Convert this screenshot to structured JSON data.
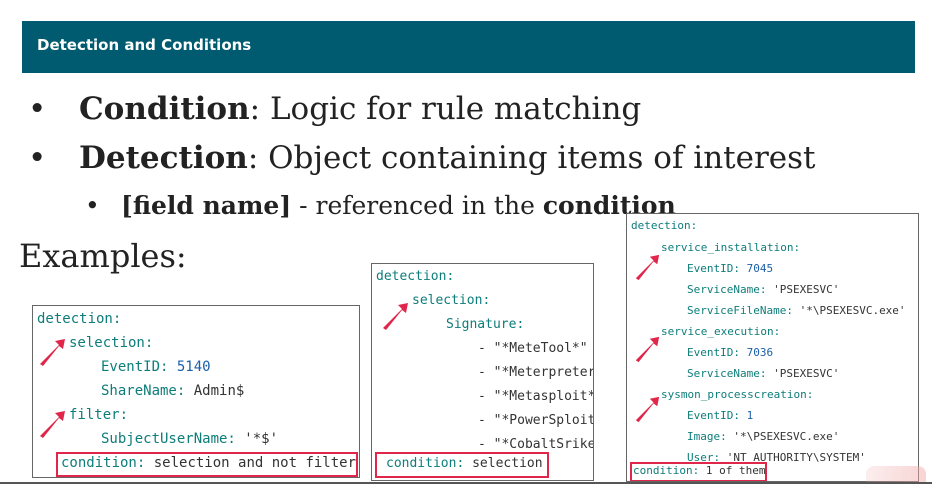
{
  "header": {
    "title": "Detection and Conditions"
  },
  "bullets": [
    {
      "term": "Condition",
      "text": ": Logic for rule matching"
    },
    {
      "term": "Detection",
      "text": ": Object containing items of interest"
    },
    {
      "term": "[field name]",
      "text": " - referenced in the ",
      "term2": "condition"
    }
  ],
  "examples_label": "Examples:",
  "colors": {
    "header_bg": "#005a70",
    "highlight": "#e0264a",
    "key": "#0d7d7a",
    "number": "#1b5fa8"
  },
  "box1": {
    "detection": "detection:",
    "selection": "selection:",
    "event_key": "EventID:",
    "event_val": "5140",
    "share_key": "ShareName:",
    "share_val": "Admin$",
    "filter": "filter:",
    "subject_key": "SubjectUserName:",
    "subject_val": "'*$'",
    "condition_key": "condition:",
    "condition_val": "selection and not filter"
  },
  "box2": {
    "detection": "detection:",
    "selection": "selection:",
    "signature": "Signature:",
    "items": [
      "- \"*MeteTool*\"",
      "- \"*Meterpreter*\"",
      "- \"*Metasploit*\"",
      "- \"*PowerSploit*\"",
      "- \"*CobaltSrike*\""
    ],
    "condition_key": "condition:",
    "condition_val": "selection"
  },
  "box3": {
    "detection": "detection:",
    "service_installation": "service_installation:",
    "event_key1": "EventID:",
    "event_val1": "7045",
    "svc_name_key1": "ServiceName:",
    "svc_name_val1": "'PSEXESVC'",
    "svc_file_key": "ServiceFileName:",
    "svc_file_val": "'*\\PSEXESVC.exe'",
    "service_execution": "service_execution:",
    "event_key2": "EventID:",
    "event_val2": "7036",
    "svc_name_key2": "ServiceName:",
    "svc_name_val2": "'PSEXESVC'",
    "sysmon": "sysmon_processcreation:",
    "event_key3": "EventID:",
    "event_val3": "1",
    "image_key": "Image:",
    "image_val": "'*\\PSEXESVC.exe'",
    "user_key": "User:",
    "user_val": "'NT AUTHORITY\\SYSTEM'",
    "condition_key": "condition:",
    "condition_val": "1 of them"
  }
}
